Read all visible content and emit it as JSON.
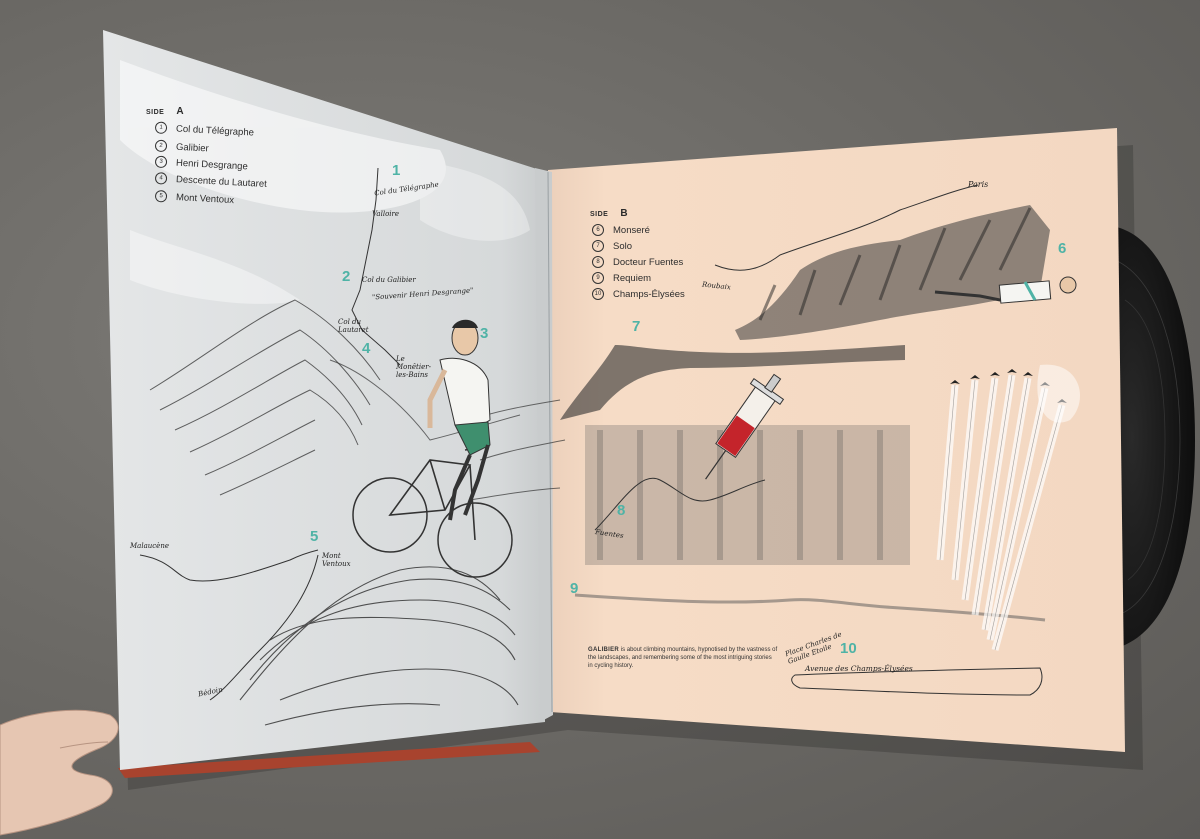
{
  "side_a": {
    "label": "SIDE",
    "letter": "A",
    "tracks": [
      {
        "num": "1",
        "title": "Col du Télégraphe"
      },
      {
        "num": "2",
        "title": "Galibier"
      },
      {
        "num": "3",
        "title": "Henri Desgrange"
      },
      {
        "num": "4",
        "title": "Descente du Lautaret"
      },
      {
        "num": "5",
        "title": "Mont Ventoux"
      }
    ]
  },
  "side_b": {
    "label": "SIDE",
    "letter": "B",
    "tracks": [
      {
        "num": "6",
        "title": "Monseré"
      },
      {
        "num": "7",
        "title": "Solo"
      },
      {
        "num": "8",
        "title": "Docteur Fuentes"
      },
      {
        "num": "9",
        "title": "Requiem"
      },
      {
        "num": "10",
        "title": "Champs-Élysées"
      }
    ]
  },
  "map_numbers": [
    "1",
    "2",
    "3",
    "4",
    "5",
    "6",
    "7",
    "8",
    "9",
    "10"
  ],
  "handwritten": {
    "telegraphe": "Col du Télégraphe",
    "valloire": "Valloire",
    "galibier": "Col du Galibier",
    "souvenir": "\"Souvenir Henri Desgrange\"",
    "lautaret": "Col du Lautaret",
    "monetier": "Le Monêtier-les-Bains",
    "malaucene": "Malaucène",
    "ventoux": "Mont Ventoux",
    "bedoin": "Bédoin",
    "paris": "Paris",
    "roubaix": "Roubaix",
    "fuentes": "Fuentes",
    "champs": "Avenue des Champs-Élysées",
    "charles": "Place Charles de Gaulle Etoile"
  },
  "blurb": {
    "bold": "GALIBIER",
    "text": " is about climbing mountains, hypnotised by the vastness of the landscapes, and remembering some of the most intriguing stories in cycling history."
  },
  "colors": {
    "left_panel": "#d9dcdd",
    "right_panel": "#f3d9c3",
    "accent_teal": "#4fb3a6",
    "ground": "#6f6d69",
    "syringe_red": "#c4242b"
  }
}
